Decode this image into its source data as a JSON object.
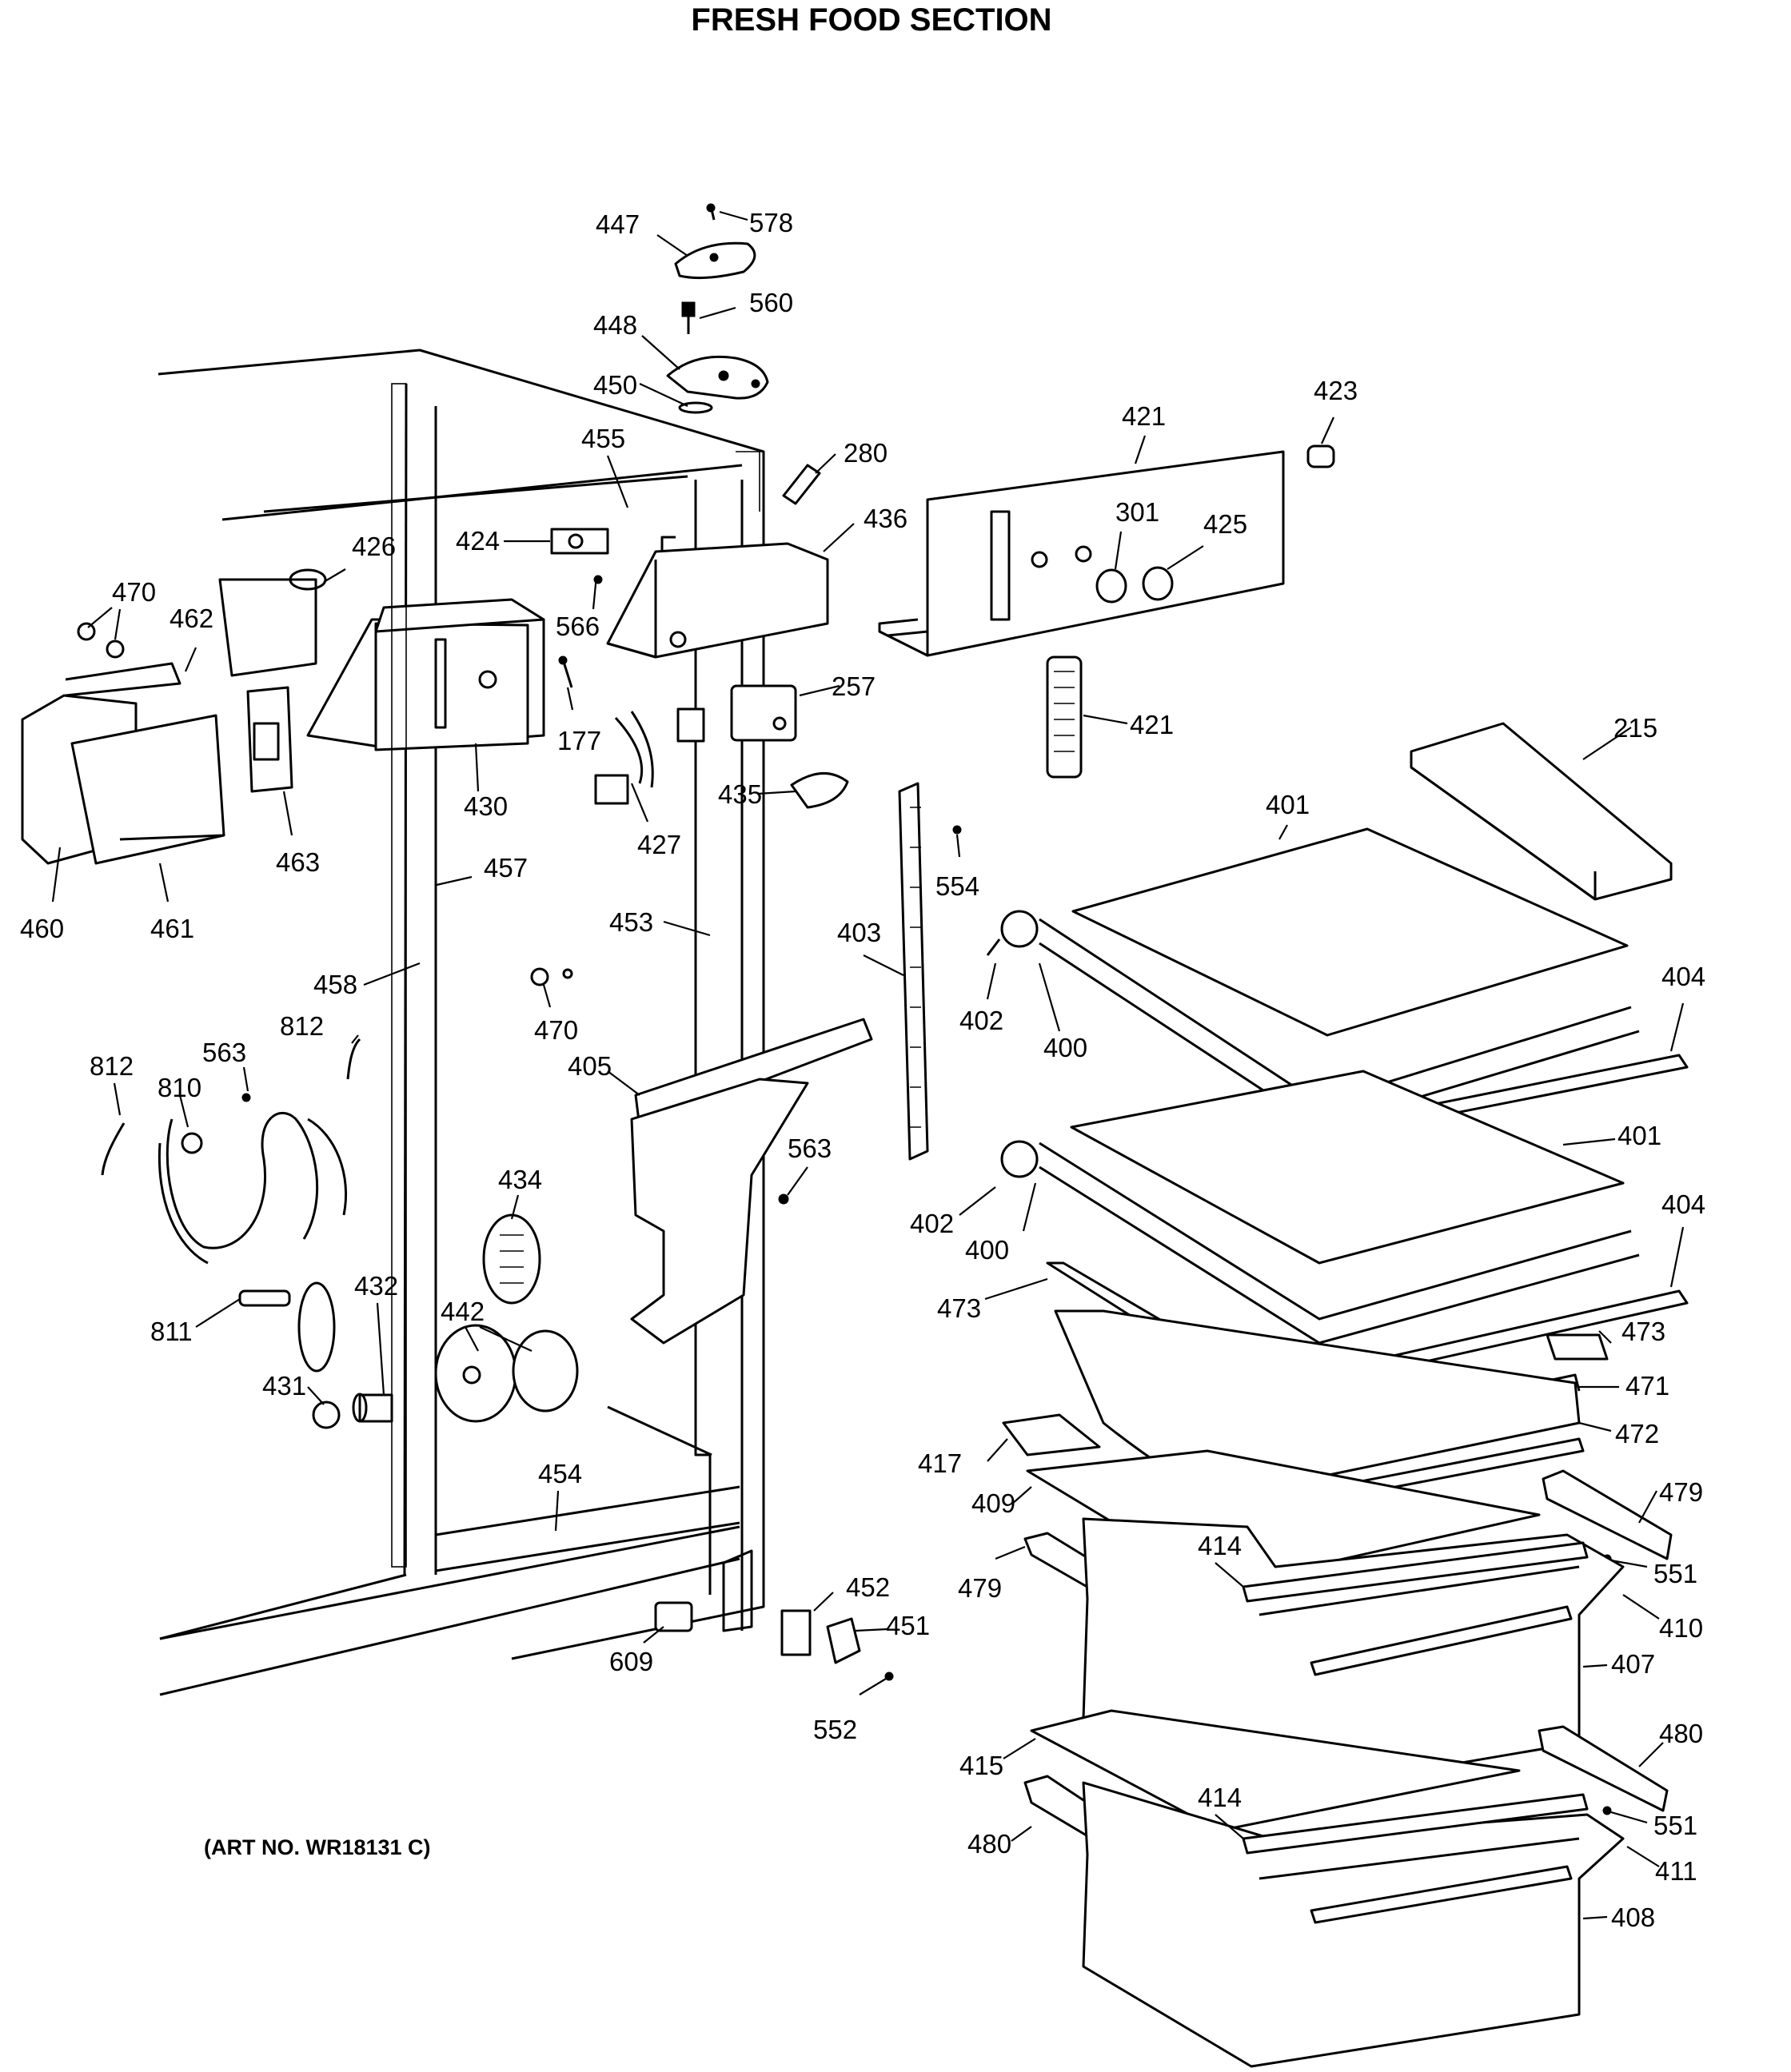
{
  "title": "FRESH FOOD SECTION",
  "art_number": "(ART NO. WR18131 C)",
  "callouts": [
    {
      "id": "c578",
      "text": "578"
    },
    {
      "id": "c447",
      "text": "447"
    },
    {
      "id": "c560",
      "text": "560"
    },
    {
      "id": "c448",
      "text": "448"
    },
    {
      "id": "c450",
      "text": "450"
    },
    {
      "id": "c455",
      "text": "455"
    },
    {
      "id": "c280",
      "text": "280"
    },
    {
      "id": "c423",
      "text": "423"
    },
    {
      "id": "c421a",
      "text": "421"
    },
    {
      "id": "c424",
      "text": "424"
    },
    {
      "id": "c436",
      "text": "436"
    },
    {
      "id": "c301",
      "text": "301"
    },
    {
      "id": "c425",
      "text": "425"
    },
    {
      "id": "c426",
      "text": "426"
    },
    {
      "id": "c470a",
      "text": "470"
    },
    {
      "id": "c462",
      "text": "462"
    },
    {
      "id": "c566",
      "text": "566"
    },
    {
      "id": "c257",
      "text": "257"
    },
    {
      "id": "c177",
      "text": "177"
    },
    {
      "id": "c421b",
      "text": "421"
    },
    {
      "id": "c215",
      "text": "215"
    },
    {
      "id": "c435",
      "text": "435"
    },
    {
      "id": "c430",
      "text": "430"
    },
    {
      "id": "c427",
      "text": "427"
    },
    {
      "id": "c401a",
      "text": "401"
    },
    {
      "id": "c463",
      "text": "463"
    },
    {
      "id": "c457",
      "text": "457"
    },
    {
      "id": "c554",
      "text": "554"
    },
    {
      "id": "c460",
      "text": "460"
    },
    {
      "id": "c461",
      "text": "461"
    },
    {
      "id": "c453",
      "text": "453"
    },
    {
      "id": "c403",
      "text": "403"
    },
    {
      "id": "c458",
      "text": "458"
    },
    {
      "id": "c404a",
      "text": "404"
    },
    {
      "id": "c402a",
      "text": "402"
    },
    {
      "id": "c470b",
      "text": "470"
    },
    {
      "id": "c812a",
      "text": "812"
    },
    {
      "id": "c400a",
      "text": "400"
    },
    {
      "id": "c563a",
      "text": "563"
    },
    {
      "id": "c812b",
      "text": "812"
    },
    {
      "id": "c405",
      "text": "405"
    },
    {
      "id": "c810",
      "text": "810"
    },
    {
      "id": "c401b",
      "text": "401"
    },
    {
      "id": "c563b",
      "text": "563"
    },
    {
      "id": "c434",
      "text": "434"
    },
    {
      "id": "c402b",
      "text": "402"
    },
    {
      "id": "c404b",
      "text": "404"
    },
    {
      "id": "c400b",
      "text": "400"
    },
    {
      "id": "c432",
      "text": "432"
    },
    {
      "id": "c473a",
      "text": "473"
    },
    {
      "id": "c442",
      "text": "442"
    },
    {
      "id": "c811",
      "text": "811"
    },
    {
      "id": "c473b",
      "text": "473"
    },
    {
      "id": "c431",
      "text": "431"
    },
    {
      "id": "c471",
      "text": "471"
    },
    {
      "id": "c472",
      "text": "472"
    },
    {
      "id": "c417",
      "text": "417"
    },
    {
      "id": "c454",
      "text": "454"
    },
    {
      "id": "c479a",
      "text": "479"
    },
    {
      "id": "c409",
      "text": "409"
    },
    {
      "id": "c414a",
      "text": "414"
    },
    {
      "id": "c551a",
      "text": "551"
    },
    {
      "id": "c452",
      "text": "452"
    },
    {
      "id": "c479b",
      "text": "479"
    },
    {
      "id": "c451",
      "text": "451"
    },
    {
      "id": "c410",
      "text": "410"
    },
    {
      "id": "c609",
      "text": "609"
    },
    {
      "id": "c407",
      "text": "407"
    },
    {
      "id": "c552",
      "text": "552"
    },
    {
      "id": "c480a",
      "text": "480"
    },
    {
      "id": "c415",
      "text": "415"
    },
    {
      "id": "c414b",
      "text": "414"
    },
    {
      "id": "c551b",
      "text": "551"
    },
    {
      "id": "c480b",
      "text": "480"
    },
    {
      "id": "c411",
      "text": "411"
    },
    {
      "id": "c408",
      "text": "408"
    }
  ]
}
